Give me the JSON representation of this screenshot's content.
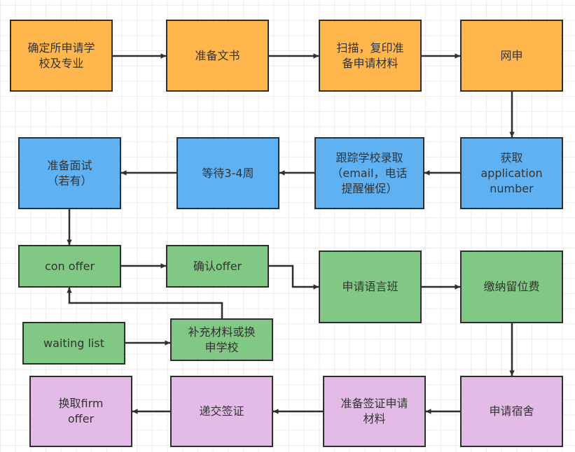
{
  "diagram": {
    "type": "flowchart",
    "colors": {
      "orange": "#ffb64c",
      "blue": "#5eb2f3",
      "green": "#80c883",
      "purple": "#e2bce7",
      "border": "#2e2e2e",
      "edge": "#2e2e2e",
      "text": "#333333"
    },
    "nodes": {
      "n1": {
        "label": "确定所申请学\n校及专业",
        "color": "orange"
      },
      "n2": {
        "label": "准备文书",
        "color": "orange"
      },
      "n3": {
        "label": "扫描，复印准\n备申请材料",
        "color": "orange"
      },
      "n4": {
        "label": "网申",
        "color": "orange"
      },
      "n5": {
        "label": "获取\napplication\nnumber",
        "color": "blue"
      },
      "n6": {
        "label": "跟踪学校录取\n（email，电话\n提醒催促）",
        "color": "blue"
      },
      "n7": {
        "label": "等待3-4周",
        "color": "blue"
      },
      "n8": {
        "label": "准备面试\n（若有）",
        "color": "blue"
      },
      "n9": {
        "label": "con offer",
        "color": "green"
      },
      "n10": {
        "label": "确认offer",
        "color": "green"
      },
      "n11": {
        "label": "申请语言班",
        "color": "green"
      },
      "n12": {
        "label": "缴纳留位费",
        "color": "green"
      },
      "n13": {
        "label": "waiting list",
        "color": "green"
      },
      "n14": {
        "label": "补充材料或换\n申学校",
        "color": "green"
      },
      "n15": {
        "label": "申请宿舍",
        "color": "purple"
      },
      "n16": {
        "label": "准备签证申请\n材料",
        "color": "purple"
      },
      "n17": {
        "label": "递交签证",
        "color": "purple"
      },
      "n18": {
        "label": "换取firm\noffer",
        "color": "purple"
      }
    },
    "edges": [
      {
        "from": "n1",
        "to": "n2"
      },
      {
        "from": "n2",
        "to": "n3"
      },
      {
        "from": "n3",
        "to": "n4"
      },
      {
        "from": "n4",
        "to": "n5"
      },
      {
        "from": "n5",
        "to": "n6"
      },
      {
        "from": "n6",
        "to": "n7"
      },
      {
        "from": "n7",
        "to": "n8"
      },
      {
        "from": "n8",
        "to": "n9"
      },
      {
        "from": "n9",
        "to": "n10"
      },
      {
        "from": "n10",
        "to": "n11"
      },
      {
        "from": "n11",
        "to": "n12"
      },
      {
        "from": "n12",
        "to": "n15"
      },
      {
        "from": "n13",
        "to": "n14"
      },
      {
        "from": "n14",
        "to": "n9"
      },
      {
        "from": "n15",
        "to": "n16"
      },
      {
        "from": "n16",
        "to": "n17"
      },
      {
        "from": "n17",
        "to": "n18"
      }
    ]
  }
}
